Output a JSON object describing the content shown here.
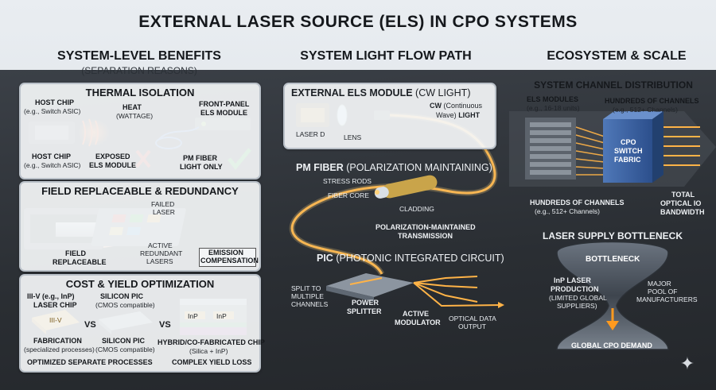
{
  "title": "EXTERNAL LASER SOURCE (ELS) IN CPO SYSTEMS",
  "left": {
    "heading": "SYSTEM-LEVEL BENEFITS",
    "subheading": "(SEPARATION REASONS)",
    "thermal": {
      "title": "THERMAL ISOLATION",
      "host_chip_top": "HOST CHIP",
      "host_chip_top_eg": "(e.g., Switch ASIC)",
      "heat": "HEAT",
      "wattage": "(WATTAGE)",
      "front_panel": "FRONT-PANEL",
      "els_module": "ELS MODULE",
      "host_chip_bottom": "HOST CHIP",
      "host_chip_bottom_eg": "(e.g., Switch ASIC)",
      "exposed": "EXPOSED",
      "exposed_els": "ELS MODULE",
      "pm_fiber": "PM FIBER",
      "light_only": "LIGHT ONLY"
    },
    "field": {
      "title": "FIELD REPLACEABLE & REDUNDANCY",
      "failed": "FAILED",
      "laser": "LASER",
      "field": "FIELD",
      "replaceable": "REPLACEABLE",
      "active": "ACTIVE",
      "redundant": "REDUNDANT",
      "lasers": "LASERS",
      "emission": "EMISSION",
      "compensation": "COMPENSATION"
    },
    "cost": {
      "title": "COST & YIELD OPTIMIZATION",
      "iii_v": "III-V (e.g., InP)",
      "laser_chip": "LASER CHIP",
      "silicon_pic_top": "SILICON PIC",
      "cmos_top": "(CMOS compatible)",
      "vs1": "VS",
      "vs2": "VS",
      "chip_mark": "III-V",
      "inp1": "InP",
      "inp2": "InP",
      "fabrication": "FABRICATION",
      "specialized": "(specialized processes)",
      "silicon_pic_bottom": "SILICON PIC",
      "cmos_bottom": "(CMOS compatible)",
      "hybrid": "HYBRID/CO-FABRICATED CHIP",
      "hybrid_sub": "(Silica + InP)",
      "optimized": "OPTIMIZED SEPARATE PROCESSES",
      "complex": "COMPLEX YIELD LOSS"
    }
  },
  "middle": {
    "heading": "SYSTEM LIGHT FLOW PATH",
    "els": {
      "title_bold": "EXTERNAL ELS MODULE",
      "title_rest": "(CW LIGHT)",
      "laser_d": "LASER D",
      "lens": "LENS",
      "cw_bold1": "CW",
      "cw_rest1": "(Continuous",
      "cw_rest2": "Wave)",
      "cw_bold2": "LIGHT"
    },
    "fiber": {
      "title_bold": "PM FIBER",
      "title_rest": "(POLARIZATION MAINTAINING)",
      "stress_rods": "STRESS RODS",
      "fiber_core": "FIBER CORE",
      "cladding": "CLADDING",
      "pm_transmission_1": "POLARIZATION-MAINTAINED",
      "pm_transmission_2": "TRANSMISSION"
    },
    "pic": {
      "title_bold": "PIC",
      "title_rest": "(PHOTONIC INTEGRATED CIRCUIT)",
      "split_1": "SPLIT TO",
      "split_2": "MULTIPLE",
      "split_3": "CHANNELS",
      "power_1": "POWER",
      "power_2": "SPLITTER",
      "active_1": "ACTIVE",
      "active_2": "MODULATOR",
      "optical_1": "OPTICAL DATA",
      "optical_2": "OUTPUT"
    }
  },
  "right": {
    "heading": "ECOSYSTEM & SCALE",
    "distribution": {
      "title": "SYSTEM CHANNEL DISTRIBUTION",
      "els_modules": "ELS MODULES",
      "els_units": "(e.g., 16-18 units)",
      "hundreds_top": "HUNDREDS OF CHANNELS",
      "hundreds_top_eg": "(e.g., 512+ Channels)",
      "cpo_1": "CPO",
      "cpo_2": "SWITCH",
      "cpo_3": "FABRIC",
      "hundreds_bottom": "HUNDREDS OF CHANNELS",
      "hundreds_bottom_eg": "(e.g., 512+ Channels)",
      "total_1": "TOTAL",
      "total_2": "OPTICAL IO",
      "total_3": "BANDWIDTH"
    },
    "bottleneck": {
      "title": "LASER SUPPLY BOTTLENECK",
      "label": "BOTTLENECK",
      "inp_1": "InP LASER",
      "inp_2": "PRODUCTION",
      "inp_3": "(LIMITED GLOBAL",
      "inp_4": "SUPPLIERS)",
      "major_1": "MAJOR",
      "major_2": "POOL OF",
      "major_3": "MANUFACTURERS",
      "demand": "GLOBAL CPO DEMAND"
    }
  },
  "colors": {
    "accent": "#f5a623",
    "check": "#2fae3a",
    "cross": "#d8322a",
    "fiber": "#ffb347"
  }
}
